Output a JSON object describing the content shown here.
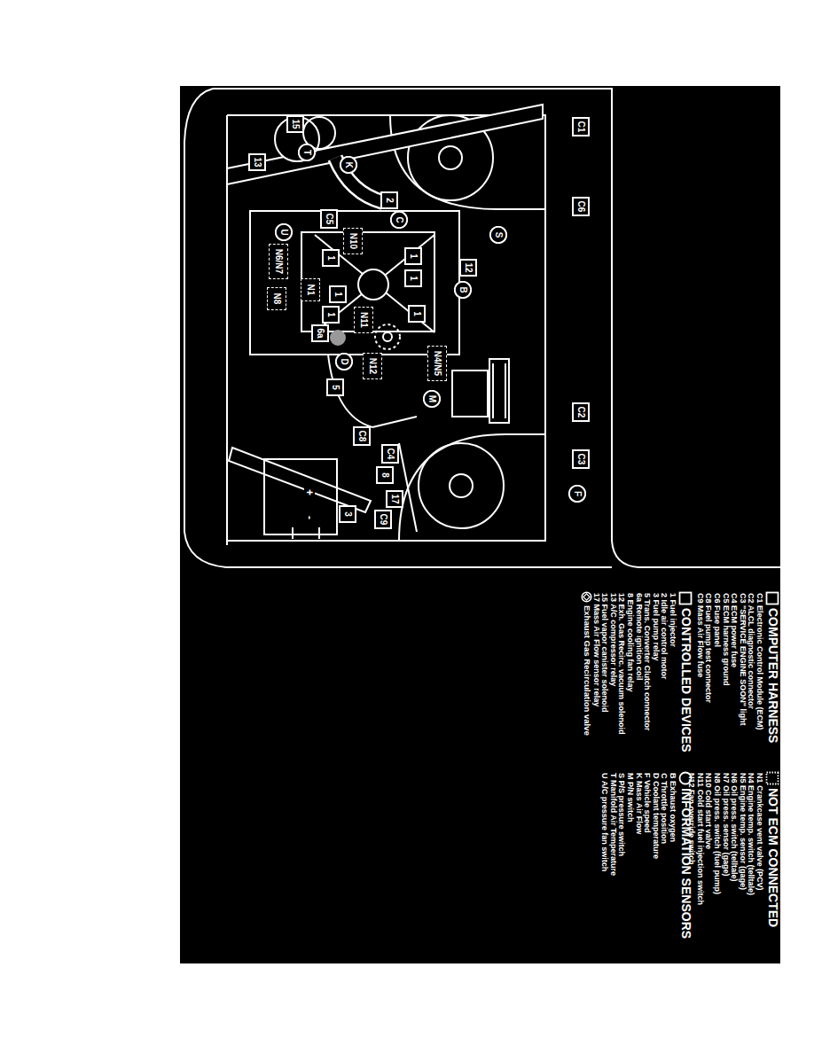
{
  "diagram": {
    "nodes": [
      {
        "text": [
          "C1"
        ]
      },
      {
        "text": [
          "C6"
        ]
      },
      {
        "text": [
          "C2"
        ]
      },
      {
        "text": [
          "C3"
        ]
      },
      {
        "text": [
          "F"
        ]
      },
      {
        "text": [
          "15"
        ]
      },
      {
        "text": [
          "T"
        ]
      },
      {
        "text": [
          "13"
        ]
      },
      {
        "text": [
          "K"
        ]
      },
      {
        "text": [
          "2"
        ]
      },
      {
        "text": [
          "C"
        ]
      },
      {
        "text": [
          "C5"
        ]
      },
      {
        "text": [
          "S"
        ]
      },
      {
        "text": [
          "U"
        ]
      },
      {
        "text": [
          "N10"
        ]
      },
      {
        "text": [
          "N6/N7"
        ]
      },
      {
        "text": [
          "1"
        ]
      },
      {
        "text": [
          "1"
        ]
      },
      {
        "text": [
          "1"
        ]
      },
      {
        "text": [
          "12"
        ]
      },
      {
        "text": [
          "B"
        ]
      },
      {
        "text": [
          "N1"
        ]
      },
      {
        "text": [
          "1"
        ]
      },
      {
        "text": [
          "N8"
        ]
      },
      {
        "text": [
          "1"
        ]
      },
      {
        "text": [
          "1"
        ]
      },
      {
        "text": [
          "N11"
        ]
      },
      {
        "text": [
          "6a"
        ]
      },
      {
        "text": [
          "D"
        ]
      },
      {
        "text": [
          "N12"
        ]
      },
      {
        "text": [
          "N4/N5"
        ]
      },
      {
        "text": [
          "M"
        ]
      },
      {
        "text": [
          "5"
        ]
      },
      {
        "text": [
          "C8"
        ]
      },
      {
        "text": [
          "C4"
        ]
      },
      {
        "text": [
          "8"
        ]
      },
      {
        "text": [
          "17"
        ]
      },
      {
        "text": [
          "C9"
        ]
      },
      {
        "text": [
          "3"
        ]
      }
    ],
    "labels": [
      "C1 Electronic Control Module (ECM)",
      "C2 ALCL diagnostic connector",
      "C3 \"SERVICE ENGINE SOON\" light",
      "C4 ECM power fuse",
      "C5 ECM harness ground",
      "C6 Fuse panel",
      "C8 Fuel pump test connector",
      "C9 Mass Air Flow fuse",
      "N1 Crankcase vent valve (PCV)",
      "N4 Engine temp. switch (telltale)",
      "N5 Engine temp. sensor (gage)",
      "N6 Oil press. switch (telltale)",
      "N7 Oil press. sensor (gage)",
      "N8 Oil press. switch (fuel pump)",
      "N10 Cold start valve",
      "N11 Cold start fuel injection switch",
      "N12 Fan override switch",
      "1 Fuel injector",
      "2 Idle air control motor",
      "3 Fuel pump relay",
      "5 Trans. Converter Clutch connector",
      "6a Remote ignition coil",
      "8 Engine cooling fan relay",
      "12 Exh. Gas Recirc. vacuum solenoid",
      "13 A/C compressor relay",
      "15 Fuel vapor canister solenoid",
      "17 Mass Air Flow sensor relay",
      "B Exhaust oxygen",
      "C Throttle position",
      "D Coolant temperature",
      "F Vehicle speed",
      "K Mass Air Flow",
      "M P/N switch",
      "S P/S pressure switch",
      "T Manifold Air Temperature",
      "U A/C pressure fan switch",
      "+",
      "-"
    ],
    "legend": [
      {
        "text": "COMPUTER HARNESS"
      },
      {
        "text": "NOT ECM CONNECTED"
      },
      {
        "text": "CONTROLLED DEVICES"
      },
      {
        "text": "INFORMATION SENSORS"
      },
      {
        "text": "Exhaust Gas Recirculation valve"
      }
    ]
  }
}
